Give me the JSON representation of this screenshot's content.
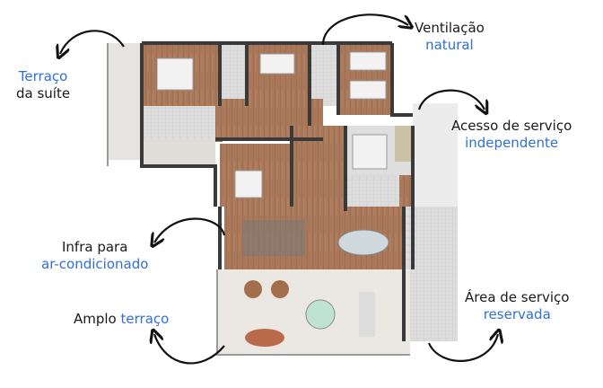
{
  "callouts": {
    "terraco_suite": {
      "line1": "Terraço",
      "line2": "da suíte"
    },
    "ventilacao": {
      "line1": "Ventilação",
      "line2": "natural"
    },
    "acesso": {
      "line1": "Acesso de serviço",
      "line2": "independente"
    },
    "infra": {
      "line1": "Infra para",
      "line2": "ar-condicionado"
    },
    "amplo": {
      "prefix": "Amplo ",
      "highlight": "terraço"
    },
    "area_servico": {
      "line1": "Área de serviço",
      "line2": "reservada"
    }
  },
  "colors": {
    "accent_blue": "#2f6fd6",
    "wood_floor": "#a9785a",
    "walls": "#3a3a3a",
    "terrace_floor": "#e9e6e1",
    "tile_floor": "#d9d9d9"
  }
}
